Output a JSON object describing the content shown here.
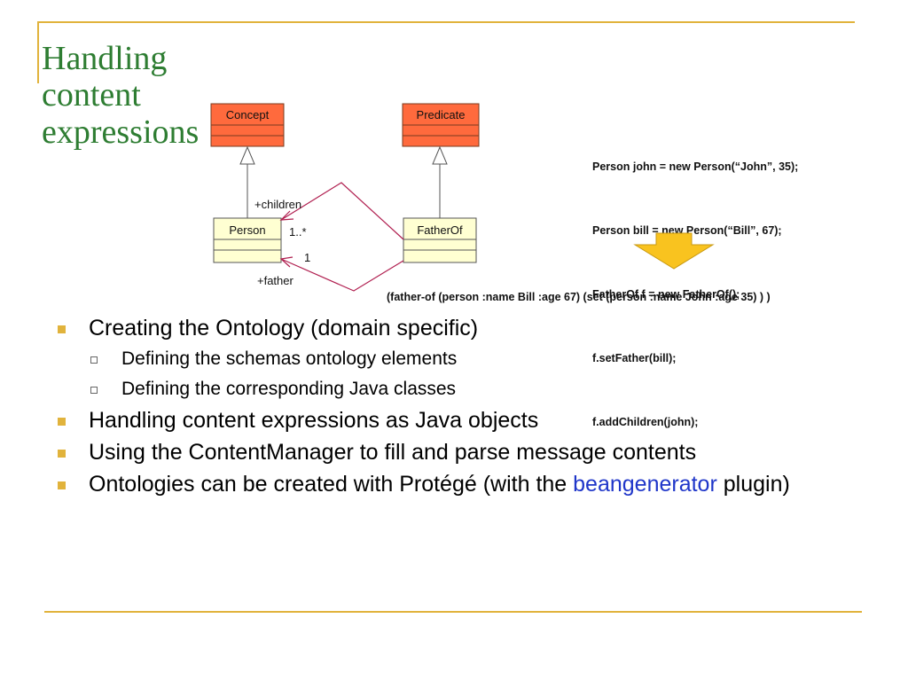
{
  "title": {
    "lines": [
      "Handling",
      "content",
      "expressions"
    ]
  },
  "colors": {
    "title": "#2E7D32",
    "accent_rule": "#E1B33C",
    "uml_header": "#FF6A3D",
    "uml_class": "#FFFFD2",
    "assoc_line": "#B01E4F",
    "arrow_fill": "#F9C31F",
    "link": "#1F36C9"
  },
  "diagram": {
    "classes": {
      "concept": "Concept",
      "predicate": "Predicate",
      "person": "Person",
      "fatherof": "FatherOf"
    },
    "labels": {
      "children_role": "+children",
      "children_mult": "1..*",
      "father_mult": "1",
      "father_role": "+father"
    }
  },
  "code": {
    "lines": [
      "Person john = new Person(“John”, 35);",
      "Person bill = new Person(“Bill”, 67);",
      "FatherOf f = new FatherOf();",
      "f.setFather(bill);",
      "f.addChildren(john);"
    ],
    "result": "(father-of (person :name Bill :age 67) (set (person :name John :age 35) ) )"
  },
  "bullets": {
    "b1": "Creating the Ontology (domain specific)",
    "b1_sub1": "Defining the schemas ontology elements",
    "b1_sub2": "Defining the corresponding Java classes",
    "b2": "Handling content expressions as Java objects",
    "b3": "Using the ContentManager to fill and parse message contents",
    "b4_pre": "Ontologies can be created with Protégé (with the ",
    "b4_link": "beangenerator",
    "b4_post": " plugin)"
  }
}
